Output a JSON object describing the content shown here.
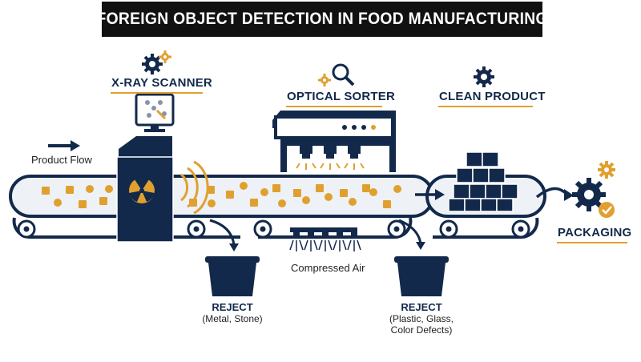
{
  "title": "FOREIGN OBJECT DETECTION IN FOOD MANUFACTURING",
  "stages": {
    "xray": "X-RAY SCANNER",
    "optical": "OPTICAL SORTER",
    "clean": "CLEAN PRODUCT",
    "packaging": "PACKAGING"
  },
  "labels": {
    "product_flow": "Product Flow",
    "compressed_air": "Compressed Air"
  },
  "rejects": [
    {
      "title": "REJECT",
      "detail_lines": [
        "(Metal, Stone)"
      ]
    },
    {
      "title": "REJECT",
      "detail_lines": [
        "(Plastic, Glass,",
        "Color Defects)"
      ]
    }
  ],
  "colors": {
    "navy": "#13294b",
    "gold": "#e0a030",
    "belt": "#eef1f5",
    "title_bg": "#111111"
  },
  "icons": [
    "gear-icon",
    "magnifier-icon",
    "radiation-icon",
    "monitor-icon",
    "check-icon",
    "arrow-icon",
    "bucket-icon",
    "air-nozzle-icon",
    "box-icon"
  ]
}
